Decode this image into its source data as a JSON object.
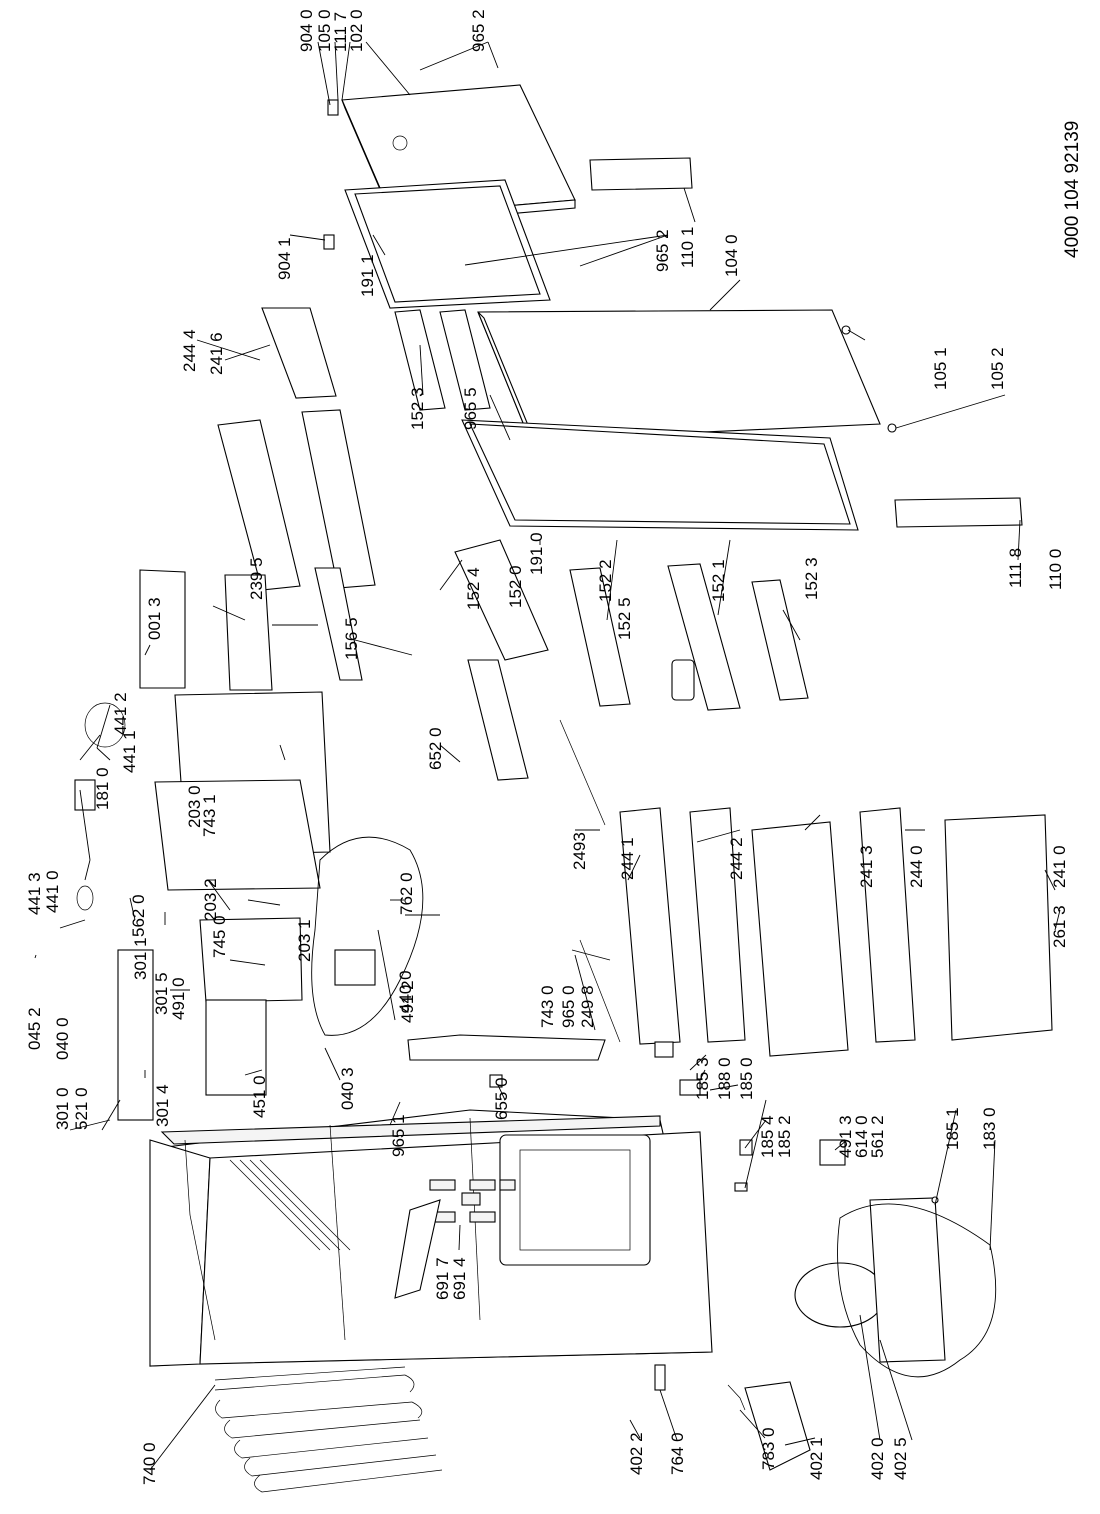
{
  "doc_number": "4000 104 92139",
  "parts": [
    "904 0",
    "105 0",
    "111 7",
    "102 0",
    "965 2",
    "904 1",
    "191 1",
    "965 2",
    "110 1",
    "104 0",
    "244 4",
    "241 6",
    "152 3",
    "965 5",
    "105 1",
    "105 2",
    "001 3",
    "239 5",
    "156 5",
    "152 0",
    "191 0",
    "152 4",
    "152 2",
    "152 5",
    "152 1",
    "152 3",
    "111 8",
    "110 0",
    "181 0",
    "441 2",
    "441 1",
    "203 0",
    "743 1",
    "652 0",
    "441 3",
    "441 0",
    "562 0",
    "203 2",
    "745 0",
    "203 1",
    "045 2",
    "040 0",
    "301 1",
    "301 5",
    "491 0",
    "301 0",
    "521 0",
    "301 4",
    "451 0",
    "440 0",
    "040 3",
    "762 0",
    "491 2",
    "2493",
    "244 1",
    "244 2",
    "241 3",
    "244 0",
    "241 0",
    "261 3",
    "743 0",
    "965 0",
    "249 8",
    "185 3",
    "188 0",
    "185 0",
    "965 1",
    "655 0",
    "185 4",
    "185 2",
    "491 3",
    "614 0",
    "561 2",
    "185 1",
    "183 0",
    "691 7",
    "691 4",
    "740 0",
    "402 2",
    "764 0",
    "783 0",
    "402 1",
    "402 0",
    "402 5"
  ]
}
